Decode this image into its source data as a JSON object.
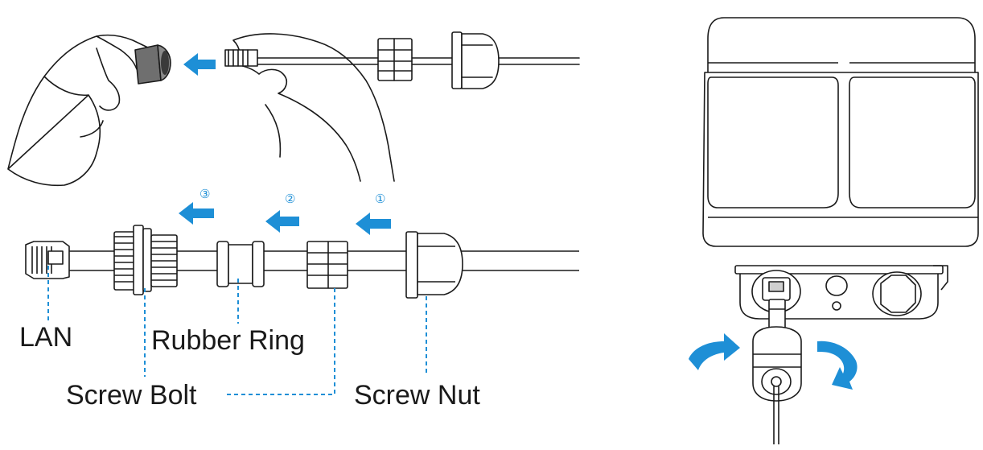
{
  "labels": {
    "lan": "LAN",
    "rubber_ring": "Rubber Ring",
    "screw_bolt": "Screw Bolt",
    "screw_nut": "Screw Nut"
  },
  "steps": [
    "③",
    "②",
    "①"
  ],
  "colors": {
    "arrow": "#1e8fd6",
    "line": "#1a1a1a",
    "guide": "#1e8fd6",
    "cap": "#6f6f6f"
  },
  "icons": {
    "insert_arrow": "arrow-left-icon",
    "rotate_arrow": "rotate-arrow-icon"
  }
}
